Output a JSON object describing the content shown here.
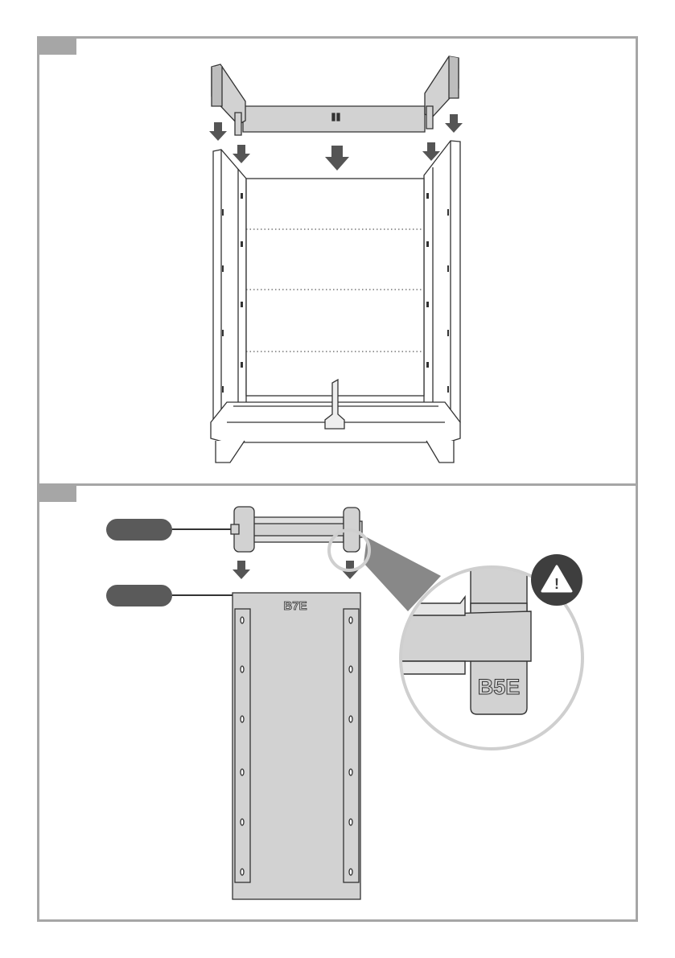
{
  "panels": [
    {
      "id": "step-1",
      "step_number": ""
    },
    {
      "id": "step-2",
      "step_number": ""
    }
  ],
  "part_labels": {
    "panel_code": "B7E",
    "detail_code": "B5E"
  },
  "callouts": [
    {
      "id": "callout-1",
      "text": ""
    },
    {
      "id": "callout-2",
      "text": ""
    }
  ],
  "warning_symbol": "!",
  "colors": {
    "frame": "#a6a6a6",
    "arrow": "#555555",
    "callout": "#5a5a5a",
    "panel_fill": "#d2d2d2",
    "warning": "#3e3e3e"
  },
  "icons": [
    "down-arrow-icon",
    "warning-icon",
    "magnifier-circle"
  ]
}
